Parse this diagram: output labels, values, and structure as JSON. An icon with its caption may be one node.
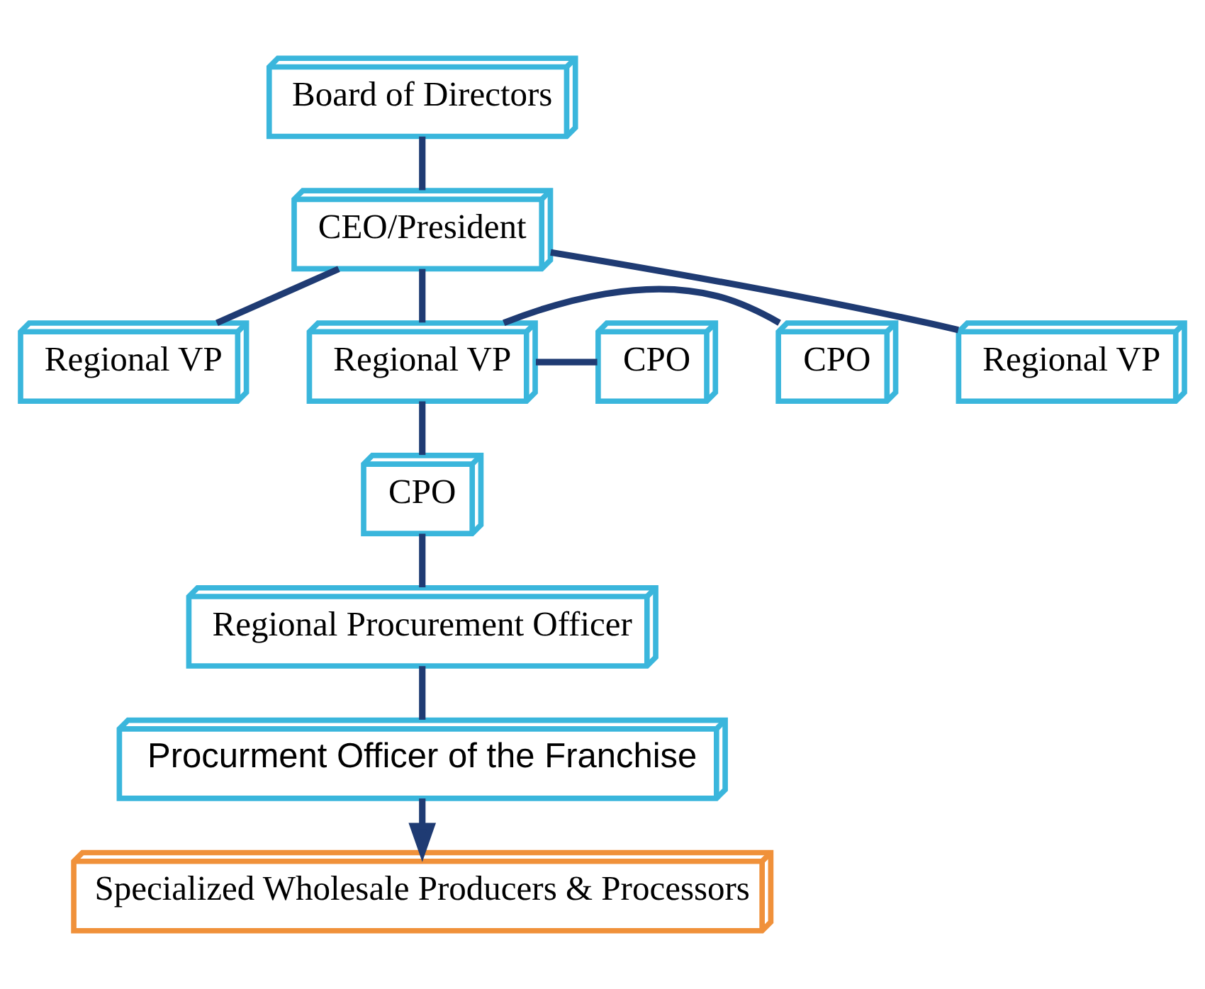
{
  "diagram": {
    "nodes": [
      {
        "text": [
          "Board of Directors"
        ]
      },
      {
        "text": [
          "CEO/President"
        ]
      },
      {
        "text": [
          "Regional VP"
        ]
      },
      {
        "text": [
          "Regional VP"
        ]
      },
      {
        "text": [
          "Regional VP"
        ]
      },
      {
        "text": [
          "CPO"
        ]
      },
      {
        "text": [
          "CPO"
        ]
      },
      {
        "text": [
          "CPO"
        ]
      },
      {
        "text": [
          "Regional Procurement Officer"
        ]
      },
      {
        "text": [
          "Procurment Officer of the Franchise"
        ]
      },
      {
        "text": [
          "Specialized Wholesale Producers & Processors"
        ]
      }
    ],
    "edges": [
      {
        "from": 0,
        "to": 1,
        "arrow": "none"
      },
      {
        "from": 1,
        "to": 2,
        "arrow": "none"
      },
      {
        "from": 1,
        "to": 4,
        "arrow": "none"
      },
      {
        "from": 1,
        "to": 3,
        "arrow": "none"
      },
      {
        "from": 3,
        "to": 5,
        "arrow": "none"
      },
      {
        "from": 3,
        "to": 6,
        "arrow": "none"
      },
      {
        "from": 3,
        "to": 7,
        "arrow": "none"
      },
      {
        "from": 7,
        "to": 8,
        "arrow": "none"
      },
      {
        "from": 8,
        "to": 9,
        "arrow": "none"
      },
      {
        "from": 9,
        "to": 10,
        "arrow": "to"
      }
    ]
  }
}
